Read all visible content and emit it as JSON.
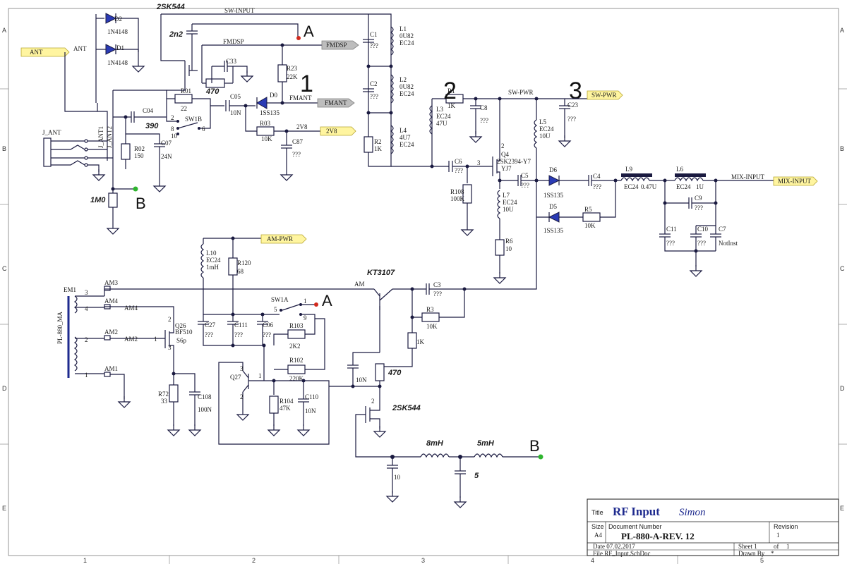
{
  "border": {
    "rows": [
      "A",
      "B",
      "C",
      "D",
      "E"
    ],
    "cols": [
      "1",
      "2",
      "3",
      "4",
      "5"
    ]
  },
  "title_block": {
    "title_label": "Title",
    "title": "RF Input",
    "author": "Simon",
    "size_label": "Size",
    "size": "A4",
    "docnum_label": "Document Number",
    "docnum": "PL-880-A-REV. 12",
    "revision_label": "Revision",
    "revision": "1",
    "date": "Date 07.02.2017",
    "sheet": "Sheet 1",
    "of": "of",
    "of_total": "1",
    "file": "File  RF_Input.SchDoc",
    "drawn_by": "Drawn By",
    "drawn_by_val": "*"
  },
  "markers": {
    "n1": "1",
    "n2": "2",
    "n3": "3",
    "A": "A",
    "B": "B"
  },
  "ports": {
    "ant": "ANT",
    "fmdsp": "FMDSP",
    "fmant": "FMANT",
    "v2v8": "2V8",
    "sw_pwr": "SW-PWR",
    "mix_input": "MIX-INPUT",
    "am_pwr": "AM-PWR"
  },
  "nets": {
    "ant": "ANT",
    "sw_input": "SW-INPUT",
    "fmdsp": "FMDSP",
    "fmant": "FMANT",
    "v2v8": "2V8",
    "sw_pwr": "SW-PWR",
    "mix_input": "MIX-INPUT",
    "am": "AM",
    "am1": "AM1",
    "am2": "AM2",
    "am3": "AM3",
    "am4": "AM4"
  },
  "components": {
    "d2": "D2",
    "d2v": "1N4148",
    "d1": "D1",
    "d1v": "1N4148",
    "q_top": "2SK544",
    "c2n2": "2n2",
    "c33": "C33",
    "r470a": "470",
    "r23": "R23",
    "r23v": "22K",
    "c04": "C04",
    "c390": "390",
    "r01": "R01",
    "r01v": "22",
    "c05": "C05",
    "c05v": "10N",
    "d0": "D0",
    "d0v": "1SS135",
    "sw1b": "SW1B",
    "r03": "R03",
    "r03v": "10K",
    "r02": "R02",
    "r02v": "150",
    "c07": "C07",
    "c07v": "24N",
    "c87": "C87",
    "c87v": "???",
    "j_ant": "J_ANT",
    "j_ant1": "J_ANT1",
    "j_ant2": "J_ANT2",
    "r1m0": "1M0",
    "c1": "C1",
    "c1v": "???",
    "l1": "L1",
    "l1v": "0U82",
    "l1t": "EC24",
    "c2": "C2",
    "c2v": "???",
    "l2": "L2",
    "l2v": "0U82",
    "l2t": "EC24",
    "r2": "R2",
    "r2v": "1K",
    "l4": "L4",
    "l4v": "4U7",
    "l4t": "EC24",
    "r1": "R1",
    "r1v": "1K",
    "l3": "L3",
    "l3t": "EC24",
    "l3v": "47U",
    "c8": "C8",
    "c8v": "???",
    "c6": "C6",
    "c6v": "???",
    "r108": "R108",
    "r108v": "100K",
    "q4": "Q4",
    "q4v": "2SK2394-Y7",
    "q4m": "YJ7",
    "l5": "L5",
    "l5t": "EC24",
    "l5v": "10U",
    "c23": "C23",
    "c23v": "???",
    "l7": "L7",
    "l7t": "EC24",
    "l7v": "10U",
    "r6": "R6",
    "r6v": "10",
    "c5": "C5",
    "c5v": "???",
    "d6": "D6",
    "d6v": "1SS135",
    "d5": "D5",
    "d5v": "1SS135",
    "c4": "C4",
    "c4v": "???",
    "r5": "R5",
    "r5v": "10K",
    "l9": "L9",
    "l9t": "EC24",
    "l9v": "0.47U",
    "l6": "L6",
    "l6t": "EC24",
    "l6v": "1U",
    "c9": "C9",
    "c9v": "???",
    "c11": "C11",
    "c11v": "???",
    "c10": "C10",
    "c10v": "???",
    "c7": "C7",
    "c7v": "NotInst",
    "l10": "L10",
    "l10t": "EC24",
    "l10v": "1mH",
    "r120": "R120",
    "r120v": "68",
    "em1": "EM1",
    "pl880": "PL-880_MA",
    "q26": "Q26",
    "q26v": "BF510",
    "q26m": "S6p",
    "c27": "C27",
    "c27v": "???",
    "c111": "C111",
    "c111v": "???",
    "c06": "C06",
    "c06v": "???",
    "sw1a": "SW1A",
    "r103": "R103",
    "r103v": "2K2",
    "r102": "R102",
    "r102v": "220K",
    "q27": "Q27",
    "r104": "R104",
    "r104v": "47K",
    "c110": "C110",
    "c110v": "10N",
    "r72": "R72",
    "r72v": "33",
    "c108": "C108",
    "c108v": "100N",
    "kt3107": "KT3107",
    "c3": "C3",
    "c3v": "???",
    "r3": "R3",
    "r3v": "10K",
    "r1k": "1K",
    "c10n": "10N",
    "r470b": "470",
    "q_bot": "2SK544",
    "l8m": "8mH",
    "l5m": "5mH",
    "c10b": "10",
    "c5b": "5"
  },
  "pins": {
    "sw_p2": "2",
    "sw_p8": "8",
    "sw_p10": "10",
    "sw_p6": "6",
    "swa_p5": "5",
    "swa_p1": "1",
    "swa_p9": "9",
    "em_3": "3",
    "em_4": "4",
    "em_2": "2",
    "em_1": "1",
    "q4_2": "2",
    "q4_3": "3",
    "q26_2": "2",
    "q26_1": "1",
    "q26_3": "3",
    "q27_3": "3",
    "q27_1": "1",
    "q27_2": "2",
    "qb_2": "2"
  }
}
